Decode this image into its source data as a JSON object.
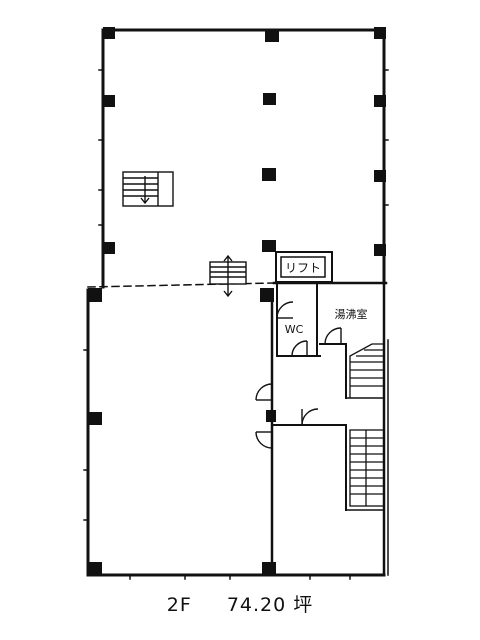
{
  "floor_plan": {
    "rooms": {
      "lift": "リフト",
      "wc": "WC",
      "utility": "湯沸室"
    },
    "caption": {
      "floor": "2F",
      "area": "74.20 坪"
    }
  }
}
